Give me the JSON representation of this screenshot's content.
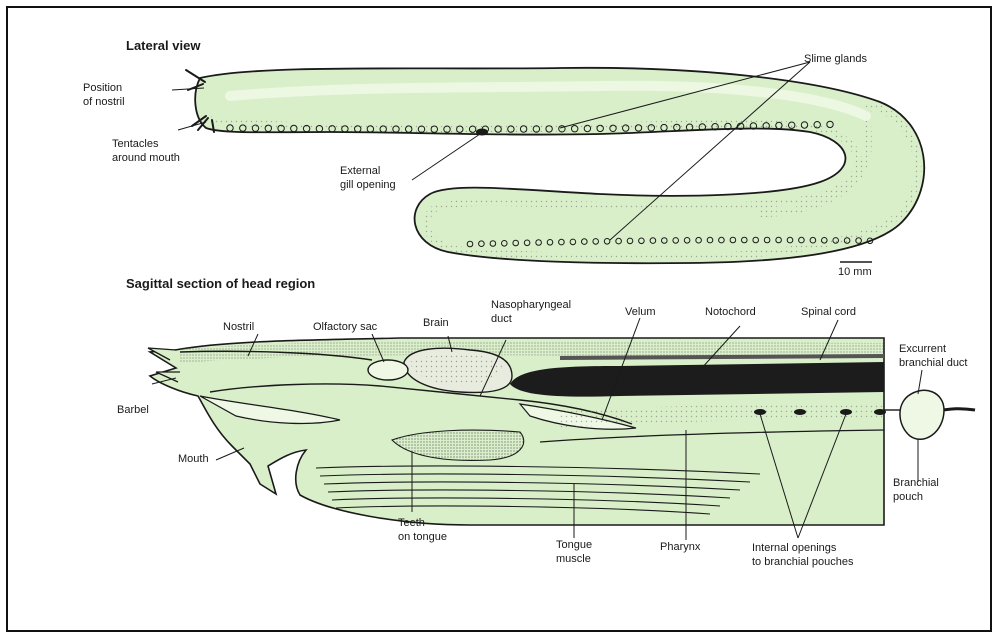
{
  "headings": {
    "lateral": "Lateral view",
    "sagittal": "Sagittal section of head region"
  },
  "labels": {
    "position_of_nostril": "Position\nof nostril",
    "tentacles_around_mouth": "Tentacles\naround mouth",
    "external_gill_opening": "External\ngill opening",
    "slime_glands": "Slime glands",
    "scale_bar": "10 mm",
    "nostril": "Nostril",
    "olfactory_sac": "Olfactory sac",
    "brain": "Brain",
    "nasopharyngeal_duct": "Nasopharyngeal\nduct",
    "velum": "Velum",
    "notochord": "Notochord",
    "spinal_cord": "Spinal cord",
    "excurrent_branchial_duct": "Excurrent\nbranchial duct",
    "barbel": "Barbel",
    "mouth": "Mouth",
    "branchial_pouch": "Branchial\npouch",
    "teeth_on_tongue": "Teeth\non tongue",
    "tongue_muscle": "Tongue\nmuscle",
    "pharynx": "Pharynx",
    "internal_openings": "Internal openings\nto branchial pouches"
  },
  "colors": {
    "body_fill": "#d9efc9",
    "body_light": "#eef8e4",
    "ink": "#1a1a1a",
    "notochord": "#1c1c1c",
    "stipple": "#6e6e6e"
  }
}
